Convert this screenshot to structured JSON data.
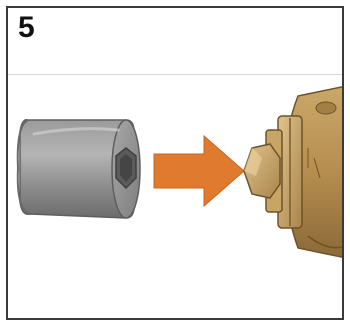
{
  "step": {
    "number": "5"
  },
  "colors": {
    "border": "#3a3a3a",
    "cap_gray": "#8f8f8f",
    "arrow_orange": "#e07a2e",
    "valve_brass": "#b8935a"
  },
  "icons": {
    "cap": "hex-socket-cap",
    "arrow": "right-arrow",
    "valve": "brass-valve-hex-stem"
  }
}
